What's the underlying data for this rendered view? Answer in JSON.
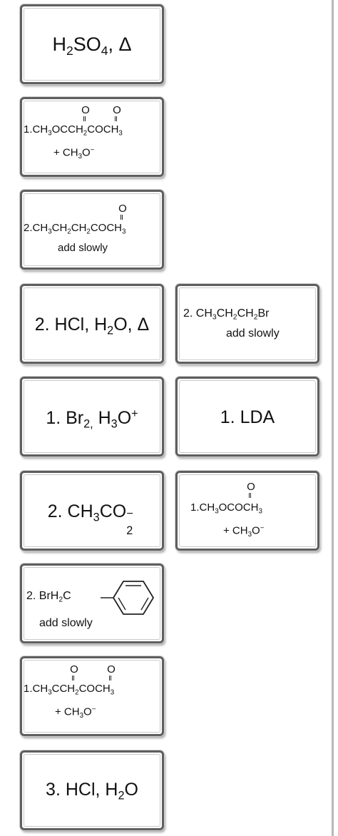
{
  "tiles": {
    "h2so4": {
      "a": "H",
      "b": "2",
      "c": "SO",
      "d": "4",
      "e": ", Δ"
    },
    "diester": {
      "prefix": "1.",
      "main": "CH",
      "s3": "3",
      "o1": "OCCH",
      "s2": "2",
      "o2": "COCH",
      "s3b": "3",
      "plus": "+ CH",
      "plus_s": "3",
      "plus_o": "O",
      "charge": "−",
      "o_label": "O"
    },
    "methylbutanoate": {
      "prefix": "2.",
      "main": "CH",
      "s3": "3",
      "p2": "CH",
      "s2": "2",
      "p3": "CH",
      "s2b": "2",
      "p4": "COCH",
      "s3b": "3",
      "note": "add slowly",
      "o_label": "O"
    },
    "hcl_heat": {
      "a": "2. HCl, H",
      "b": "2",
      "c": "O, Δ"
    },
    "propylbromide": {
      "a": "2. CH",
      "b": "3",
      "c": "CH",
      "d": "2",
      "e": "CH",
      "f": "2",
      "g": "Br",
      "note": "add slowly"
    },
    "br2": {
      "a": "1. Br",
      "b": "2,",
      "c": " H",
      "d": "3",
      "e": "O",
      "f": "+"
    },
    "lda": {
      "label": "1. LDA"
    },
    "acetate": {
      "a": "2. CH",
      "b": "3",
      "c": "CO",
      "d": "2",
      "e": "−"
    },
    "dimethylcarbonate": {
      "prefix": "1.",
      "main": "CH",
      "s3": "3",
      "mid": "OCOCH",
      "s3b": "3",
      "plus": "+ CH",
      "plus_s": "3",
      "plus_o": "O",
      "charge": "−",
      "o_label": "O"
    },
    "benzylbromide": {
      "a": "2. BrH",
      "b": "2",
      "c": "C",
      "note": "add slowly"
    },
    "acetoacetate": {
      "prefix": "1.",
      "main": "CH",
      "s3": "3",
      "o1": "CCH",
      "s2": "2",
      "o2": "COCH",
      "s3b": "3",
      "plus": "+ CH",
      "plus_s": "3",
      "plus_o": "O",
      "charge": "−",
      "o_label": "O"
    },
    "hcl_water": {
      "a": "3. HCl, H",
      "b": "2",
      "c": "O"
    }
  }
}
